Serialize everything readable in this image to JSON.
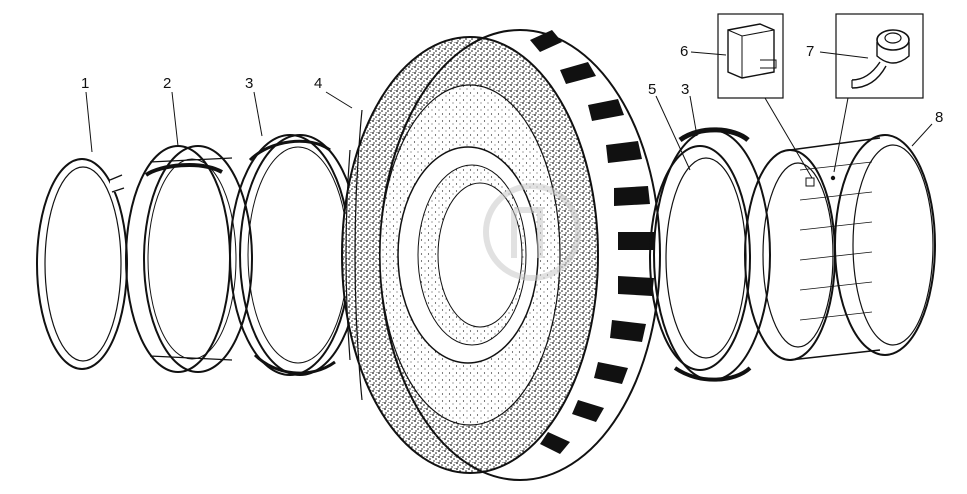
{
  "diagram": {
    "background": "#ffffff",
    "ink_color": "#111111",
    "watermark_color": "#c9c9c9",
    "callouts": [
      "1",
      "2",
      "3",
      "4",
      "5",
      "3",
      "6",
      "7",
      "8"
    ],
    "parts": [
      {
        "callout": "1",
        "kind": "split lock ring"
      },
      {
        "callout": "2",
        "kind": "side ring"
      },
      {
        "callout": "3",
        "kind": "bead seat ring"
      },
      {
        "callout": "4",
        "kind": "tyre"
      },
      {
        "callout": "5",
        "kind": "inner ring"
      },
      {
        "callout": "3",
        "kind": "bead seat ring"
      },
      {
        "callout": "6",
        "kind": "key block (detail)"
      },
      {
        "callout": "7",
        "kind": "valve (detail)"
      },
      {
        "callout": "8",
        "kind": "rim"
      }
    ],
    "watermark": "logo"
  }
}
